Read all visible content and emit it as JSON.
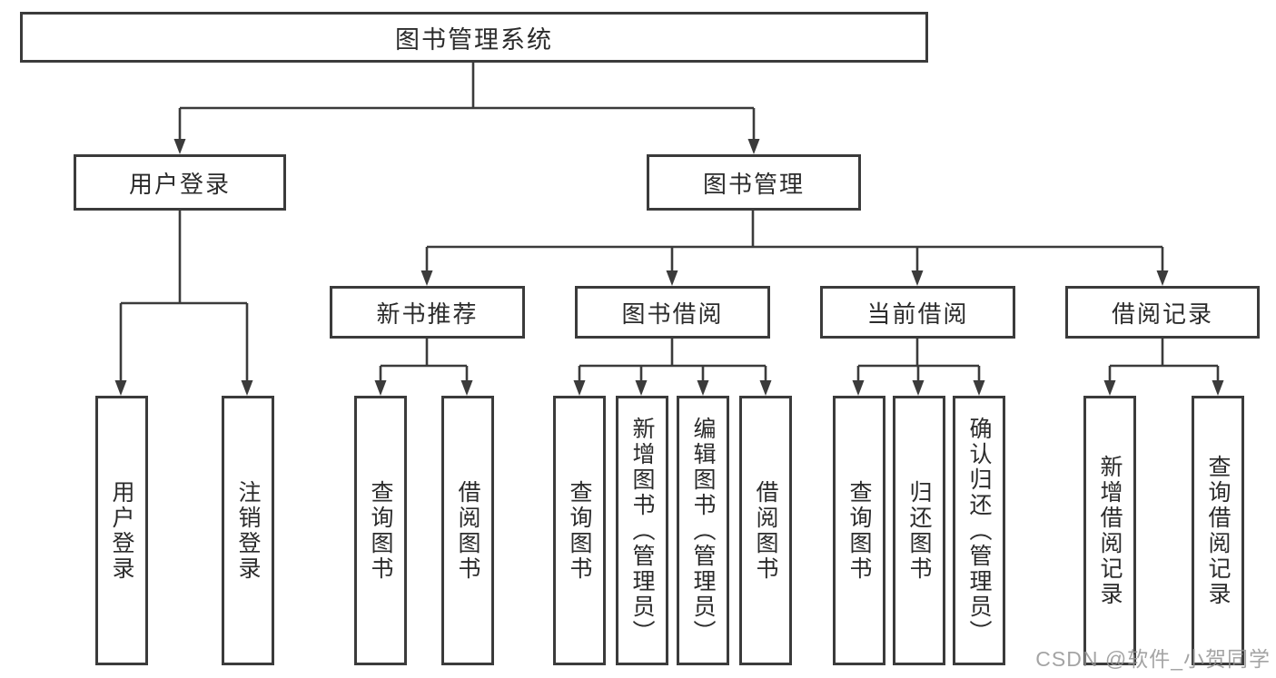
{
  "diagram": {
    "type": "tree",
    "root": {
      "label": "图书管理系统"
    },
    "level2": [
      {
        "label": "用户登录"
      },
      {
        "label": "图书管理"
      }
    ],
    "level3": [
      {
        "label": "新书推荐",
        "parent": "图书管理"
      },
      {
        "label": "图书借阅",
        "parent": "图书管理"
      },
      {
        "label": "当前借阅",
        "parent": "图书管理"
      },
      {
        "label": "借阅记录",
        "parent": "图书管理"
      }
    ],
    "leaves": [
      {
        "label": "用户登录",
        "parent": "用户登录"
      },
      {
        "label": "注销登录",
        "parent": "用户登录"
      },
      {
        "label": "查询图书",
        "parent": "新书推荐"
      },
      {
        "label": "借阅图书",
        "parent": "新书推荐"
      },
      {
        "label": "查询图书",
        "parent": "图书借阅"
      },
      {
        "label": "新增图书（管理员）",
        "parent": "图书借阅"
      },
      {
        "label": "编辑图书（管理员）",
        "parent": "图书借阅"
      },
      {
        "label": "借阅图书",
        "parent": "图书借阅"
      },
      {
        "label": "查询图书",
        "parent": "当前借阅"
      },
      {
        "label": "归还图书",
        "parent": "当前借阅"
      },
      {
        "label": "确认归还（管理员）",
        "parent": "当前借阅"
      },
      {
        "label": "新增借阅记录",
        "parent": "借阅记录"
      },
      {
        "label": "查询借阅记录",
        "parent": "借阅记录"
      }
    ]
  },
  "colors": {
    "line": "#3b3b3b",
    "box_border": "#3b3b3b",
    "box_background": "#ffffff",
    "text": "#2b2b2b",
    "watermark": "#949494"
  },
  "watermark": "CSDN @软件_小贺同学"
}
